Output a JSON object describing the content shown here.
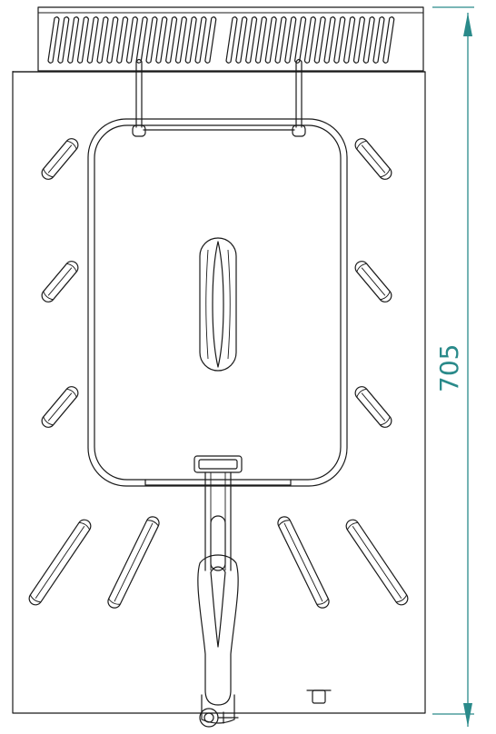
{
  "dimension": {
    "height_value": "705",
    "color": "#2a8a8a"
  },
  "line_color": "#1a1a1a",
  "counts": {
    "vent_slots": 34,
    "side_slots_per_column": 3,
    "bottom_slots": 4
  }
}
